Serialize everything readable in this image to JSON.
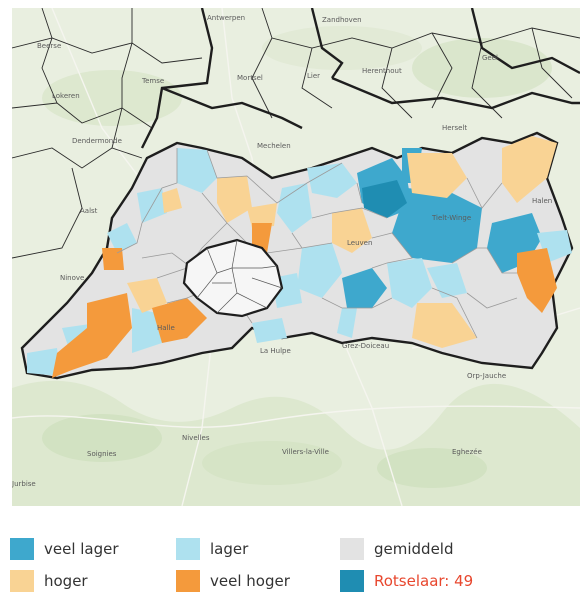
{
  "colors": {
    "veel_lager": "#3ea8cd",
    "lager": "#aee1ef",
    "gemiddeld": "#e3e3e3",
    "hoger": "#f9d394",
    "veel_hoger": "#f49a3c",
    "selected": "#1f8db2",
    "highlight_text": "#e8472e",
    "border": "#1e1e1e",
    "map_bg": "#e9efe0"
  },
  "map": {
    "places": [
      "Antwerpen",
      "Zandhoven",
      "Geel",
      "Beerse",
      "Lokeren",
      "Temse",
      "Mortsel",
      "Lier",
      "Herenthout",
      "Dendermonde",
      "Mechelen",
      "Herselt",
      "Aalst",
      "Halen",
      "Ninove",
      "Leuven",
      "Tielt-Winge",
      "Halle",
      "La Hulpe",
      "Grez-Doiceau",
      "Orp-Jauche",
      "Nivelles",
      "Villers-la-Ville",
      "Soignies",
      "Eghezée",
      "Jurbise"
    ]
  },
  "legend": {
    "items": [
      {
        "key": "veel_lager",
        "label": "veel lager"
      },
      {
        "key": "lager",
        "label": "lager"
      },
      {
        "key": "gemiddeld",
        "label": "gemiddeld"
      },
      {
        "key": "hoger",
        "label": "hoger"
      },
      {
        "key": "veel_hoger",
        "label": "veel hoger"
      },
      {
        "key": "selected",
        "label": "Rotselaar: 49"
      }
    ]
  }
}
